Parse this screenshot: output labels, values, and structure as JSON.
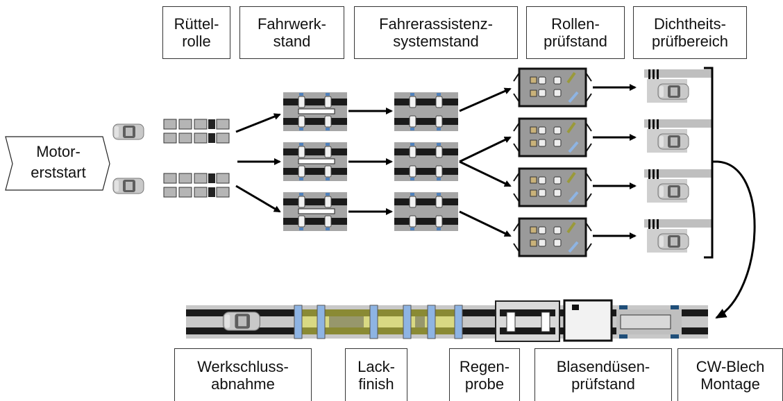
{
  "top_labels": [
    {
      "line1": "Rüttel-",
      "line2": "rolle"
    },
    {
      "line1": "Fahrwerk-",
      "line2": "stand"
    },
    {
      "line1": "Fahrerassistenz-",
      "line2": "systemstand"
    },
    {
      "line1": "Rollen-",
      "line2": "prüfstand"
    },
    {
      "line1": "Dichtheits-",
      "line2": "prüfbereich"
    }
  ],
  "start_label": {
    "line1": "Motor-",
    "line2": "erststart"
  },
  "bottom_labels": [
    {
      "line1": "Werkschluss-",
      "line2": "abnahme"
    },
    {
      "line1": "Lack-",
      "line2": "finish"
    },
    {
      "line1": "Regen-",
      "line2": "probe"
    },
    {
      "line1": "Blasendüsen-",
      "line2": "prüfstand"
    },
    {
      "line1": "CW-Blech",
      "line2": "Montage"
    }
  ],
  "colors": {
    "track_dark": "#1a1a1a",
    "station_gray": "#a6a6a6",
    "light_blue": "#8eb4e3",
    "yellow": "#e8e84a",
    "roller_box": "#9a9a9a",
    "pad_tan": "#c9b27a"
  }
}
